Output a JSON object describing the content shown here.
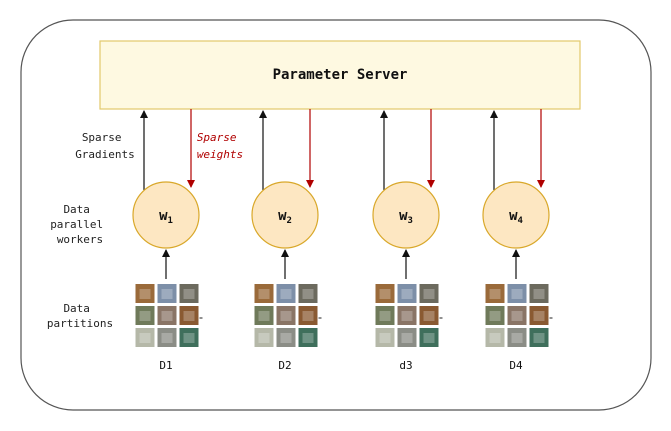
{
  "server": {
    "title": "Parameter Server"
  },
  "labels": {
    "sparse_gradients": [
      "Sparse",
      "Gradients"
    ],
    "sparse_weights": [
      "Sparse",
      "weights"
    ],
    "data_parallel_workers": [
      "Data",
      "parallel",
      "workers"
    ],
    "data_partitions": [
      "Data",
      "partitions"
    ]
  },
  "workers": [
    {
      "name": "w",
      "sub": "1",
      "partition": "D1"
    },
    {
      "name": "w",
      "sub": "2",
      "partition": "D2"
    },
    {
      "name": "w",
      "sub": "3",
      "partition": "d3"
    },
    {
      "name": "w",
      "sub": "4",
      "partition": "D4"
    }
  ],
  "colors": {
    "container_stroke": "#555555",
    "server_fill": "#fef9e1",
    "server_stroke": "#e2c96a",
    "worker_fill": "#fde7c2",
    "worker_stroke": "#d9a82a",
    "up_arrow": "#111111",
    "down_arrow": "#b00000",
    "weights_label": "#b00000"
  }
}
